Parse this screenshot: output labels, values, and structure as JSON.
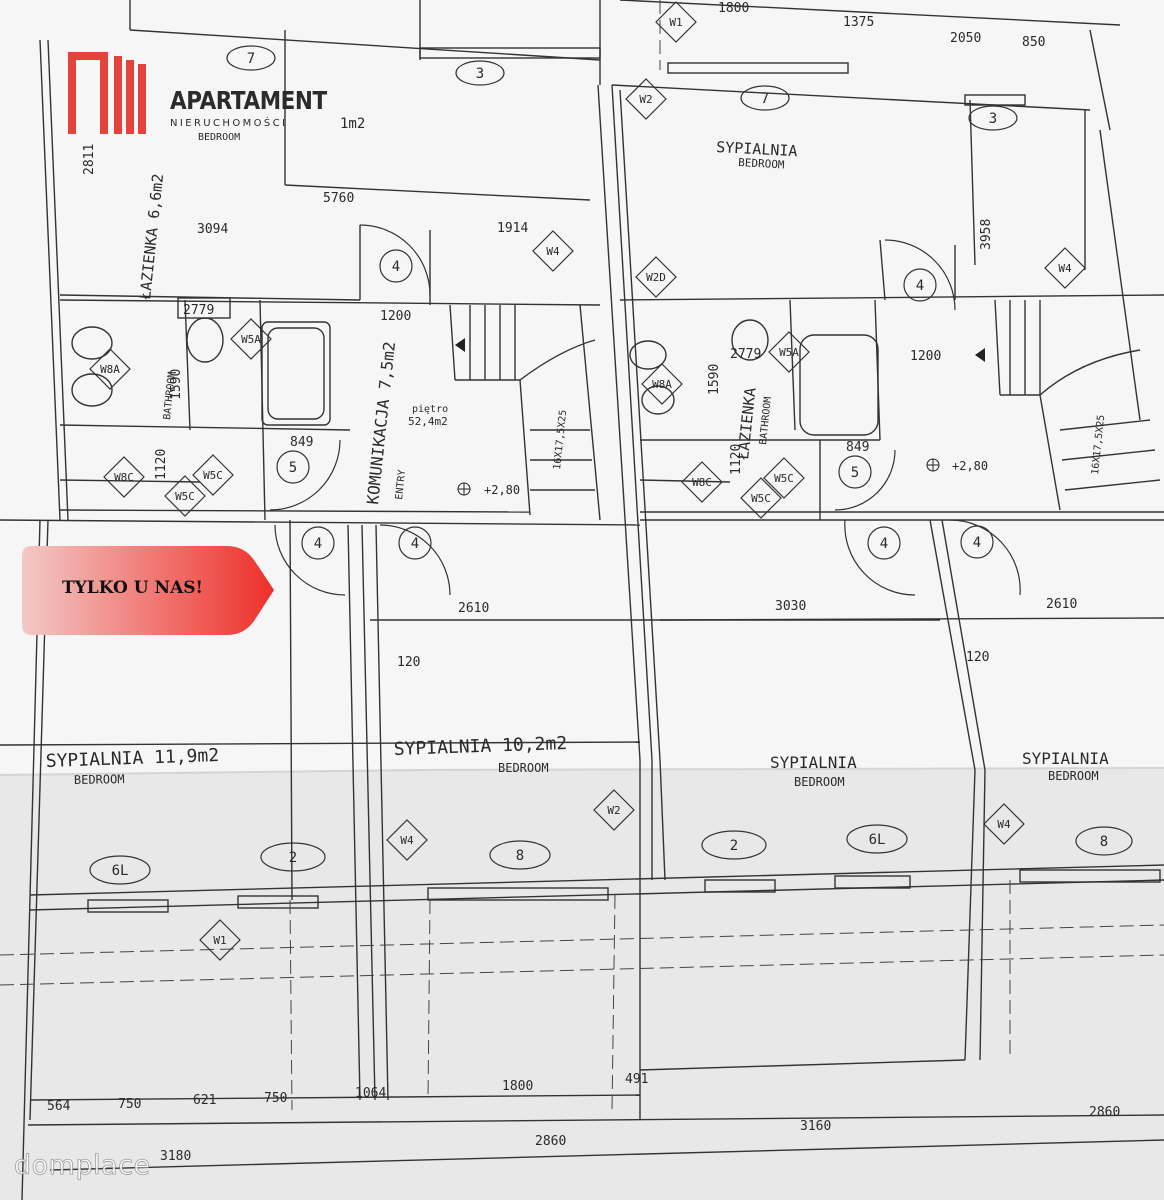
{
  "brand": {
    "name": "APARTAMENT",
    "subtitle": "NIERUCHOMOŚCI",
    "color": "#e4433b"
  },
  "promo": {
    "label": "TYLKO U NAS!",
    "gradient_from": "#f3c9c6",
    "gradient_to": "#ee2f2a"
  },
  "watermark": "domplace",
  "plan": {
    "room_labels": [
      {
        "id": "top-left-room-area",
        "text": "1m2"
      },
      {
        "id": "top-left-bedroom",
        "text": "BEDROOM"
      },
      {
        "id": "sypialnia-top",
        "text": "SYPIALNIA"
      },
      {
        "id": "bedroom-top",
        "text": "BEDROOM"
      },
      {
        "id": "lazienka-left",
        "text": "ŁAZIENKA 6,6m2"
      },
      {
        "id": "bathroom-left",
        "text": "BATHROOM"
      },
      {
        "id": "komunikacja",
        "text": "KOMUNIKACJA 7,5m2"
      },
      {
        "id": "entry",
        "text": "ENTRY"
      },
      {
        "id": "pietro",
        "text": "piętro"
      },
      {
        "id": "pietro-area",
        "text": "52,4m2"
      },
      {
        "id": "level-left",
        "text": "+2,80"
      },
      {
        "id": "lazienka-right",
        "text": "ŁAZIENKA"
      },
      {
        "id": "bathroom-right",
        "text": "BATHROOM"
      },
      {
        "id": "level-right",
        "text": "+2,80"
      },
      {
        "id": "sypialnia-11",
        "text": "SYPIALNIA 11,9m2"
      },
      {
        "id": "bedroom-11",
        "text": "BEDROOM"
      },
      {
        "id": "sypialnia-10",
        "text": "SYPIALNIA 10,2m2"
      },
      {
        "id": "bedroom-10",
        "text": "BEDROOM"
      },
      {
        "id": "sypialnia-mid",
        "text": "SYPIALNIA"
      },
      {
        "id": "bedroom-mid",
        "text": "BEDROOM"
      },
      {
        "id": "sypialnia-right",
        "text": "SYPIALNIA"
      },
      {
        "id": "bedroom-right",
        "text": "BEDROOM"
      },
      {
        "id": "stairs-left",
        "text": "16X17,5X25"
      },
      {
        "id": "stairs-right",
        "text": "16X17,5X25"
      }
    ],
    "dimensions": [
      "1800",
      "1375",
      "2050",
      "850",
      "2811",
      "5760",
      "3094",
      "1914",
      "1200",
      "2779",
      "1590",
      "1120",
      "849",
      "3958",
      "2779",
      "1200",
      "1590",
      "1120",
      "849",
      "2610",
      "120",
      "3030",
      "2610",
      "120",
      "564",
      "750",
      "621",
      "750",
      "1064",
      "1800",
      "491",
      "2860",
      "3160",
      "3180",
      "2860"
    ],
    "tags": [
      "W1",
      "W2",
      "W2D",
      "W4",
      "W4",
      "W5A",
      "W8A",
      "W8C",
      "W5C",
      "W5C",
      "W8A",
      "W5A",
      "W8C",
      "W5C",
      "W5C",
      "W4",
      "W2",
      "W4",
      "W1"
    ],
    "circles": [
      "7",
      "3",
      "7",
      "3",
      "4",
      "4",
      "5",
      "5",
      "4",
      "4",
      "4",
      "4",
      "6L",
      "2",
      "8",
      "2",
      "6L",
      "8"
    ]
  }
}
